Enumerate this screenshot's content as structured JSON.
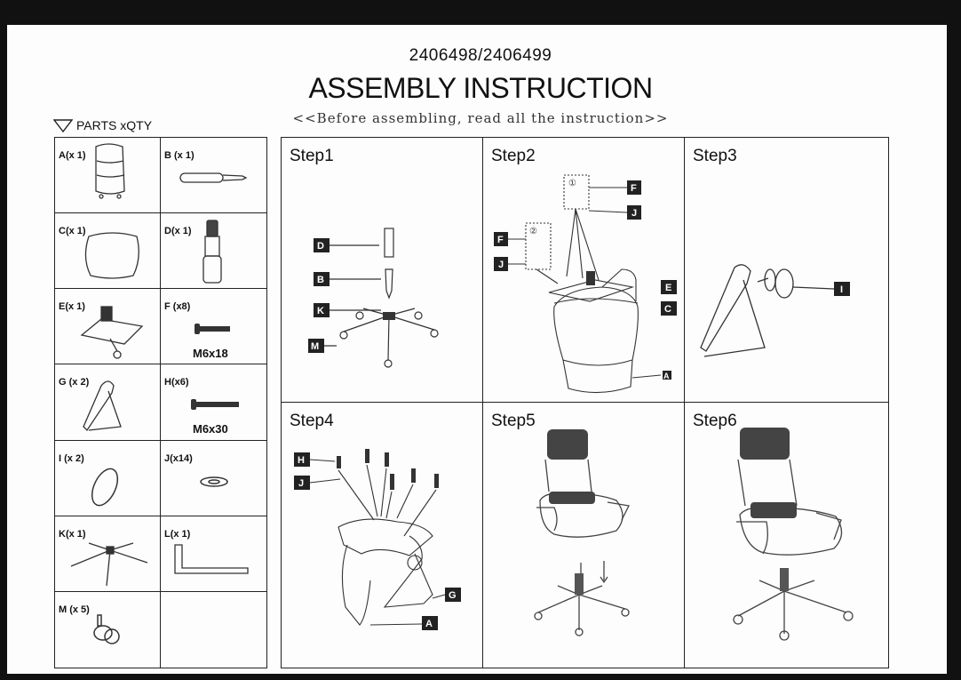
{
  "header": {
    "model_code": "2406498/2406499",
    "title": "ASSEMBLY INSTRUCTION",
    "note": "<<Before assembling, read all the instruction>>",
    "parts_heading": "PARTS xQTY"
  },
  "parts": [
    {
      "label": "A(x 1)",
      "size": ""
    },
    {
      "label": "B (x 1)",
      "size": ""
    },
    {
      "label": "C(x 1)",
      "size": ""
    },
    {
      "label": "D(x 1)",
      "size": ""
    },
    {
      "label": "E(x 1)",
      "size": ""
    },
    {
      "label": "F (x8)",
      "size": "M6x18"
    },
    {
      "label": "G (x 2)",
      "size": ""
    },
    {
      "label": "H(x6)",
      "size": "M6x30"
    },
    {
      "label": "I (x 2)",
      "size": ""
    },
    {
      "label": "J(x14)",
      "size": ""
    },
    {
      "label": "K(x 1)",
      "size": ""
    },
    {
      "label": "L(x 1)",
      "size": ""
    },
    {
      "label": "M (x 5)",
      "size": ""
    },
    {
      "label": "",
      "size": ""
    }
  ],
  "steps": [
    {
      "label": "Step1",
      "tags": [
        "D",
        "B",
        "K",
        "M"
      ]
    },
    {
      "label": "Step2",
      "tags": [
        "F",
        "J",
        "F",
        "J",
        "E",
        "C",
        "A"
      ],
      "circled": [
        "①",
        "②"
      ]
    },
    {
      "label": "Step3",
      "tags": [
        "I"
      ]
    },
    {
      "label": "Step4",
      "tags": [
        "H",
        "J",
        "G",
        "A"
      ]
    },
    {
      "label": "Step5",
      "tags": []
    },
    {
      "label": "Step6",
      "tags": []
    }
  ]
}
